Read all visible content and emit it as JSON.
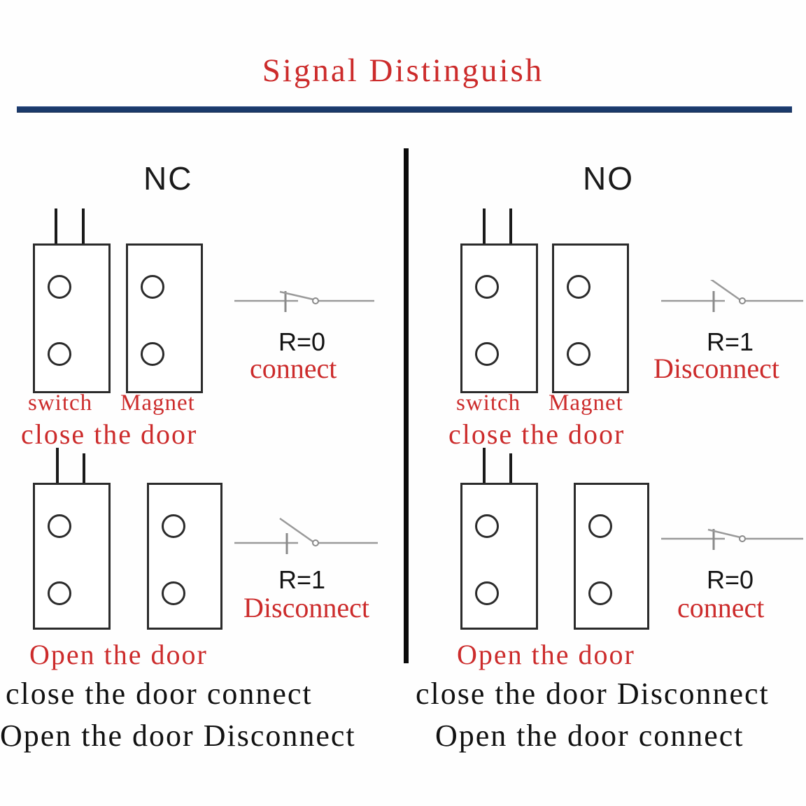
{
  "title": "Signal Distinguish",
  "colors": {
    "accent_red": "#cc2b2b",
    "rule_blue": "#1b3a6b",
    "line_black": "#0b0b0b",
    "symbol_gray": "#9a9a9a"
  },
  "sections": [
    {
      "id": "nc",
      "heading": "NC",
      "rows": [
        {
          "id": "nc-closed",
          "part_labels": {
            "switch": "switch",
            "magnet": "Magnet"
          },
          "door_state": "close the door",
          "symbol": "switch-closed",
          "resistance": "R=0",
          "state": "connect"
        },
        {
          "id": "nc-open",
          "door_state": "Open the door",
          "symbol": "switch-open",
          "resistance": "R=1",
          "state": "Disconnect"
        }
      ],
      "summary": [
        "close the door connect",
        "Open the door Disconnect"
      ]
    },
    {
      "id": "no",
      "heading": "NO",
      "rows": [
        {
          "id": "no-closed",
          "part_labels": {
            "switch": "switch",
            "magnet": "Magnet"
          },
          "door_state": "close the door",
          "symbol": "switch-open",
          "resistance": "R=1",
          "state": "Disconnect"
        },
        {
          "id": "no-open",
          "door_state": "Open the door",
          "symbol": "switch-closed",
          "resistance": "R=0",
          "state": "connect"
        }
      ],
      "summary": [
        "close the door Disconnect",
        "Open the door connect"
      ]
    }
  ]
}
